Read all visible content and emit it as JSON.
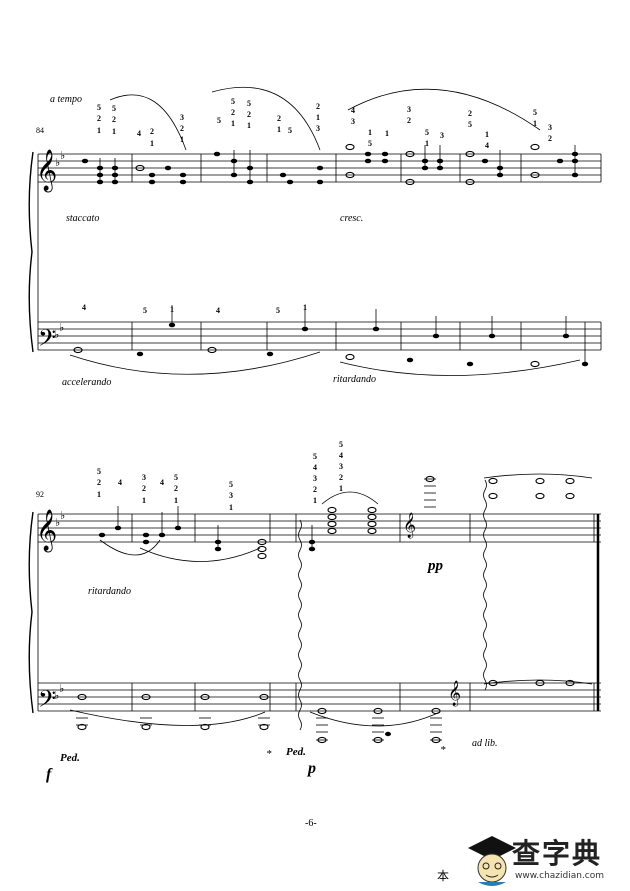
{
  "measure_numbers": {
    "system1": "84",
    "system2": "92"
  },
  "markings": {
    "a_tempo": "a tempo",
    "staccato": "staccato",
    "cresc": "cresc.",
    "accelerando": "accelerando",
    "ritardando_bass": "ritardando",
    "ritardando_treble": "ritardando",
    "ad_lib": "ad lib."
  },
  "dynamics": {
    "f": "f",
    "p": "p",
    "pp": "pp"
  },
  "fingerings_system1": [
    "5",
    "2",
    "1",
    "5",
    "2",
    "1",
    "4",
    "2",
    "1",
    "3",
    "2",
    "1",
    "5",
    "2",
    "1",
    "5",
    "2",
    "1",
    "5",
    "2",
    "1",
    "5",
    "2",
    "1",
    "3",
    "1",
    "4",
    "3",
    "1",
    "5",
    "1",
    "3",
    "2",
    "5",
    "1",
    "3",
    "2",
    "5",
    "1",
    "4",
    "3",
    "5",
    "1",
    "3",
    "2",
    "4",
    "5",
    "1",
    "4",
    "5",
    "1",
    "5",
    "1",
    "4"
  ],
  "fingerings_system2": [
    "5",
    "2",
    "1",
    "4",
    "3",
    "2",
    "1",
    "4",
    "5",
    "2",
    "1",
    "5",
    "3",
    "1",
    "5",
    "4",
    "3",
    "2",
    "1",
    "5",
    "4",
    "3",
    "2",
    "1"
  ],
  "pedal": {
    "ped": "Ped.",
    "release": "*"
  },
  "page_number": "-6-",
  "watermark": {
    "char": "本",
    "title": "查字典",
    "url": "www.chazidian.com"
  }
}
